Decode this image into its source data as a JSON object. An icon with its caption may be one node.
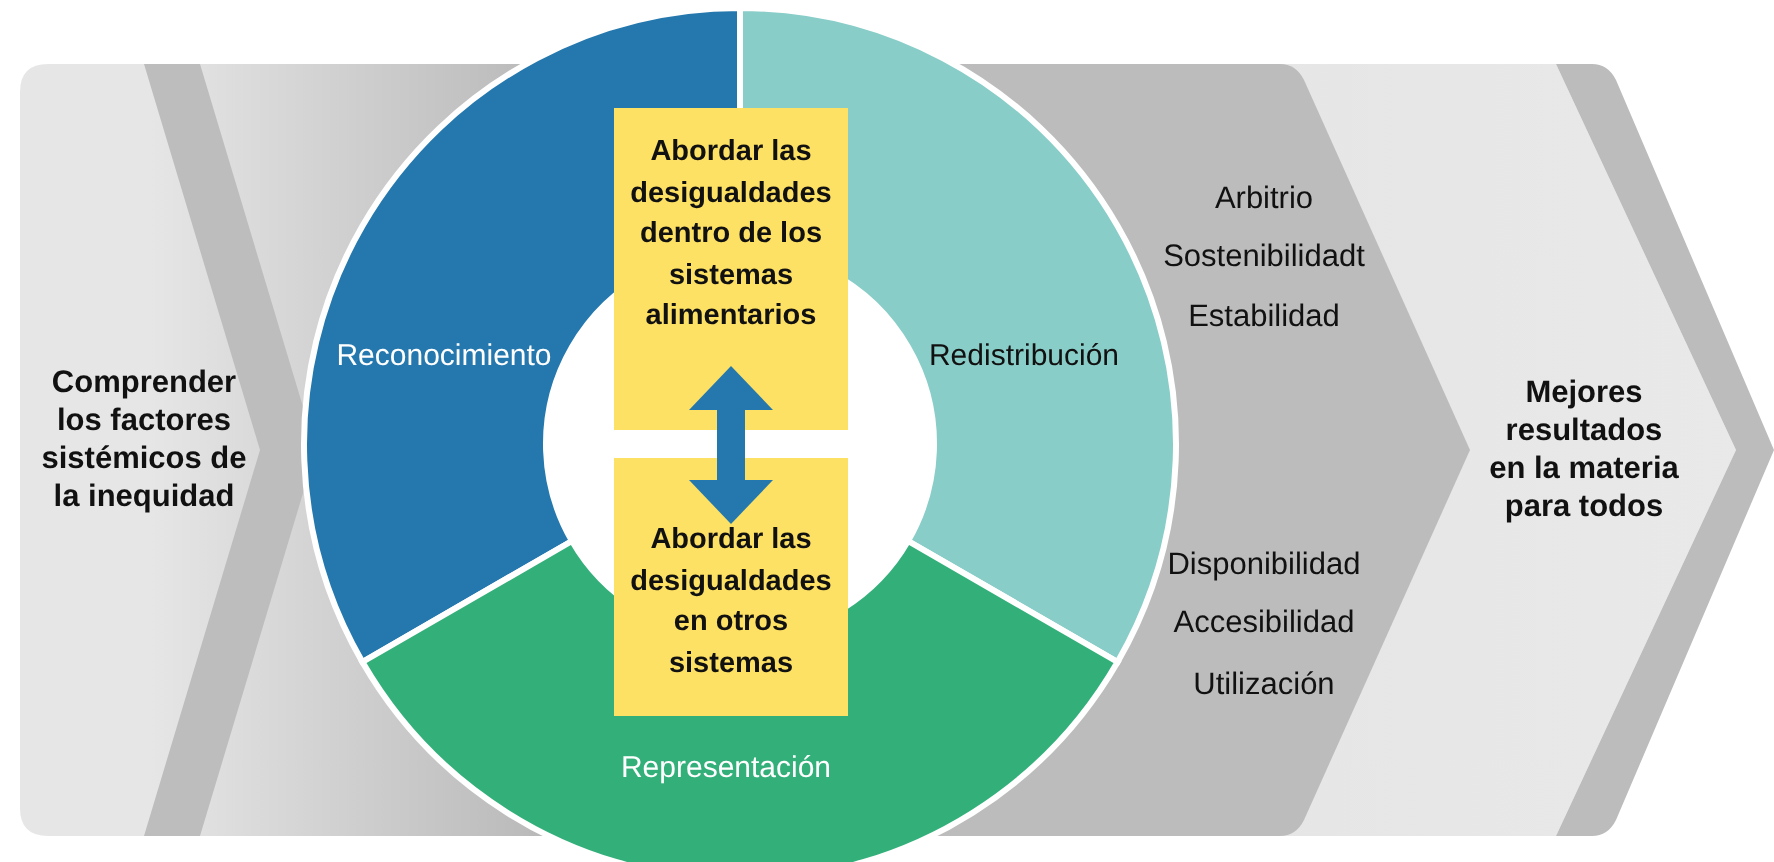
{
  "diagram": {
    "nodes": [
      {
        "text": [
          "Comprender los factores sistémicos de la inequidad"
        ]
      },
      {
        "text": [
          "Reconocimiento"
        ]
      },
      {
        "text": [
          "Redistribución"
        ]
      },
      {
        "text": [
          "Representación"
        ]
      },
      {
        "text": [
          "Abordar las desigualdades dentro de los sistemas alimentarios"
        ]
      },
      {
        "text": [
          "Abordar las desigualdades en otros sistemas"
        ]
      },
      {
        "text": [
          "Arbitrio",
          "Sostenibilidadt",
          "Estabilidad",
          "Disponibilidad",
          "Accesibilidad",
          "Utilización"
        ]
      },
      {
        "text": [
          "Mejores resultados en la materia para todos"
        ]
      }
    ],
    "edges": [
      {
        "from": 4,
        "to": 5,
        "arrow": "both"
      }
    ]
  }
}
